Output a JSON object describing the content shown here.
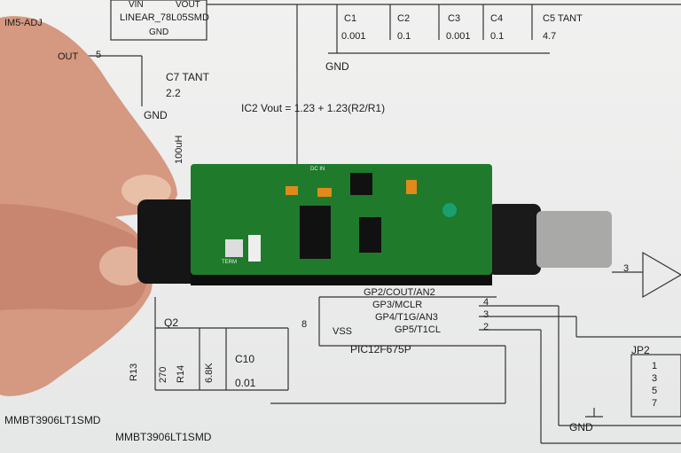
{
  "schematic": {
    "regulator_left": "IM5-ADJ",
    "regulator_pins": {
      "vin": "VIN",
      "vout": "VOUT",
      "gnd": "GND"
    },
    "regulator_name": "LINEAR_78L05SMD",
    "out_label": "OUT",
    "pin5": "5",
    "c7": "C7 TANT",
    "c7_value": "2.2",
    "gnd": "GND",
    "caps": [
      {
        "name": "C1",
        "value": "0.001"
      },
      {
        "name": "C2",
        "value": "0.1"
      },
      {
        "name": "C3",
        "value": "0.001"
      },
      {
        "name": "C4",
        "value": "0.1"
      },
      {
        "name": "C5 TANT",
        "value": "4.7"
      }
    ],
    "formula": "IC2 Vout = 1.23 + 1.23(R2/R1)",
    "inductor": "100uH",
    "pic_pins": [
      "GP2/COUT/AN2",
      "GP3/MCLR",
      "GP4/T1G/AN3",
      "GP5/T1CL"
    ],
    "pin_numbers": [
      "4",
      "3",
      "2"
    ],
    "vss": "VSS",
    "vss_pin": "8",
    "pic_name": "PIC12F675P",
    "amp_pin": "3",
    "q2": "Q2",
    "r13": "R13",
    "r13_value": "270",
    "r14": "R14",
    "r14_value": "6.8K",
    "c10": "C10",
    "c10_value": "0.01",
    "transistor_1": "MMBT3906LT1SMD",
    "transistor_2": "MMBT3906LT1SMD",
    "jp2": "JP2",
    "jp2_pins": [
      "1",
      "3",
      "5",
      "7"
    ]
  },
  "pcb": {
    "silk_term": "TERM",
    "silk_dcin": "DC IN",
    "board_color": "#1f7a2c"
  }
}
